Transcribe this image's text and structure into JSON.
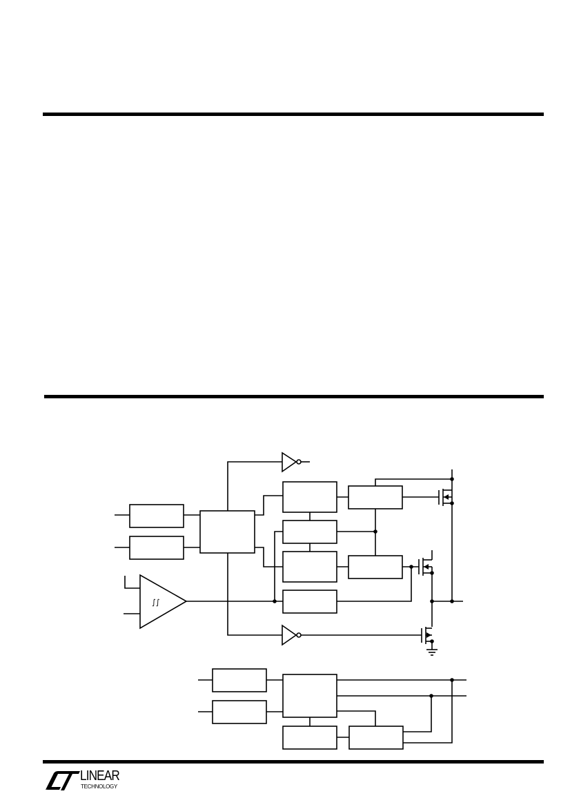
{
  "colors": {
    "ink": "#000000",
    "paper": "#ffffff"
  },
  "logo": {
    "icon": "lt-logo-icon",
    "line1": "LINEAR",
    "line2": "TECHNOLOGY"
  },
  "diagram": {
    "comparator_symbol": "∫∫",
    "blocks": [
      "input-block-1",
      "input-block-2",
      "logic-block",
      "upper-block-1",
      "upper-block-2",
      "upper-block-3",
      "upper-block-4",
      "upper-driver-1",
      "upper-driver-2",
      "lower-input-block-1",
      "lower-input-block-2",
      "lower-logic-block",
      "lower-block",
      "lower-driver"
    ]
  }
}
